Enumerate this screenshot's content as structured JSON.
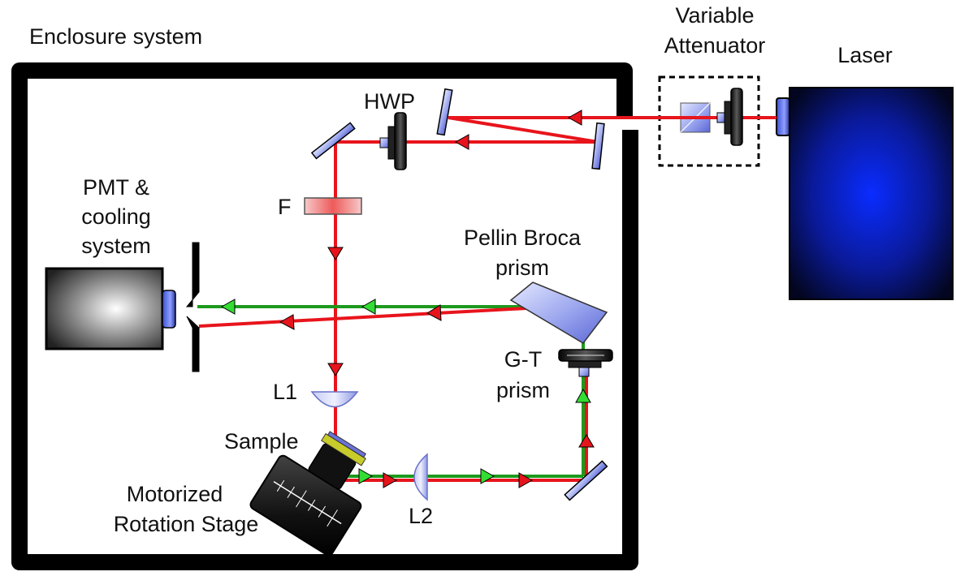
{
  "labels": {
    "enclosure": "Enclosure system",
    "attenuator_line1": "Variable",
    "attenuator_line2": "Attenuator",
    "laser": "Laser",
    "hwp": "HWP",
    "filter": "F",
    "pmt_line1": "PMT &",
    "pmt_line2": "cooling",
    "pmt_line3": "system",
    "pellin_line1": "Pellin Broca",
    "pellin_line2": "prism",
    "gt_line1": "G-T",
    "gt_line2": "prism",
    "l1": "L1",
    "l2": "L2",
    "sample": "Sample",
    "stage_line1": "Motorized",
    "stage_line2": "Rotation Stage"
  },
  "colors": {
    "enclosure": "#000000",
    "beam_fundamental": "#e8141c",
    "beam_signal": "#1d9a1d",
    "arrow_signal": "#33dd33",
    "laser_center": "#0a2cff",
    "laser_edge": "#03061e",
    "optic_blue": "#8f9ae8",
    "filter_red": "#ee6666",
    "sample_yellow": "#d4d400"
  }
}
